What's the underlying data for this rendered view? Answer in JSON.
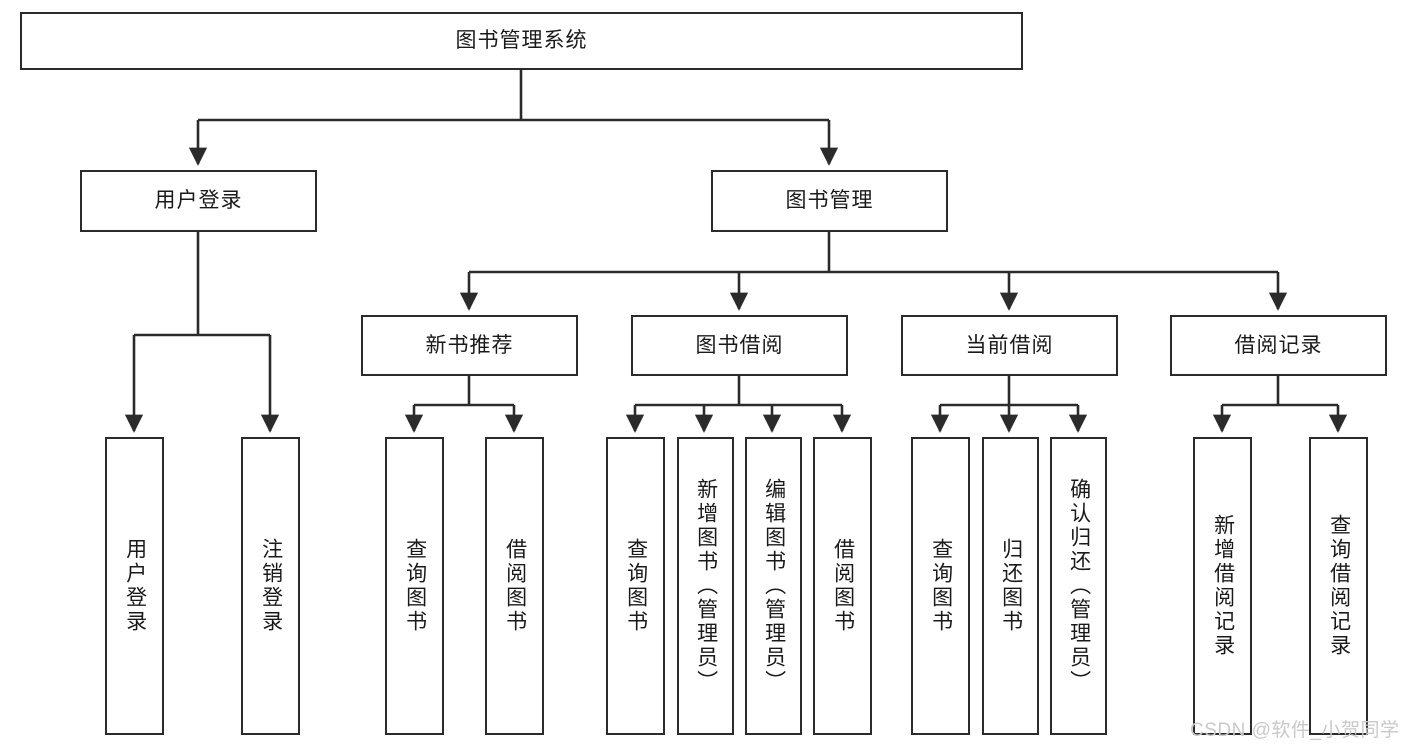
{
  "diagram": {
    "title": "图书管理系统",
    "type": "tree-hierarchy-diagram",
    "colors": {
      "box_border": "#2b2b2b",
      "box_fill": "#ffffff",
      "edge": "#2b2b2b",
      "text": "#1a1a1a",
      "watermark": "#c9c9c9",
      "background": "#ffffff"
    }
  },
  "nodes": {
    "root": {
      "label": "图书管理系统",
      "orientation": "horizontal"
    },
    "level2": [
      {
        "label": "用户登录",
        "orientation": "horizontal"
      },
      {
        "label": "图书管理",
        "orientation": "horizontal"
      }
    ],
    "level3": [
      {
        "label": "新书推荐",
        "orientation": "horizontal"
      },
      {
        "label": "图书借阅",
        "orientation": "horizontal"
      },
      {
        "label": "当前借阅",
        "orientation": "horizontal"
      },
      {
        "label": "借阅记录",
        "orientation": "horizontal"
      }
    ],
    "leaves": {
      "user_login": [
        {
          "label": "用户登录",
          "orientation": "vertical"
        },
        {
          "label": "注销登录",
          "orientation": "vertical"
        }
      ],
      "new_book_recommend": [
        {
          "label": "查询图书",
          "orientation": "vertical"
        },
        {
          "label": "借阅图书",
          "orientation": "vertical"
        }
      ],
      "book_borrow": [
        {
          "label": "查询图书",
          "orientation": "vertical"
        },
        {
          "label": "新增图书（管理员）",
          "orientation": "vertical"
        },
        {
          "label": "编辑图书（管理员）",
          "orientation": "vertical"
        },
        {
          "label": "借阅图书",
          "orientation": "vertical"
        }
      ],
      "current_borrow": [
        {
          "label": "查询图书",
          "orientation": "vertical"
        },
        {
          "label": "归还图书",
          "orientation": "vertical"
        },
        {
          "label": "确认归还（管理员）",
          "orientation": "vertical"
        }
      ],
      "borrow_record": [
        {
          "label": "新增借阅记录",
          "orientation": "vertical"
        },
        {
          "label": "查询借阅记录",
          "orientation": "vertical"
        }
      ]
    }
  },
  "watermark": {
    "text": "CSDN @软件_小贺同学"
  }
}
